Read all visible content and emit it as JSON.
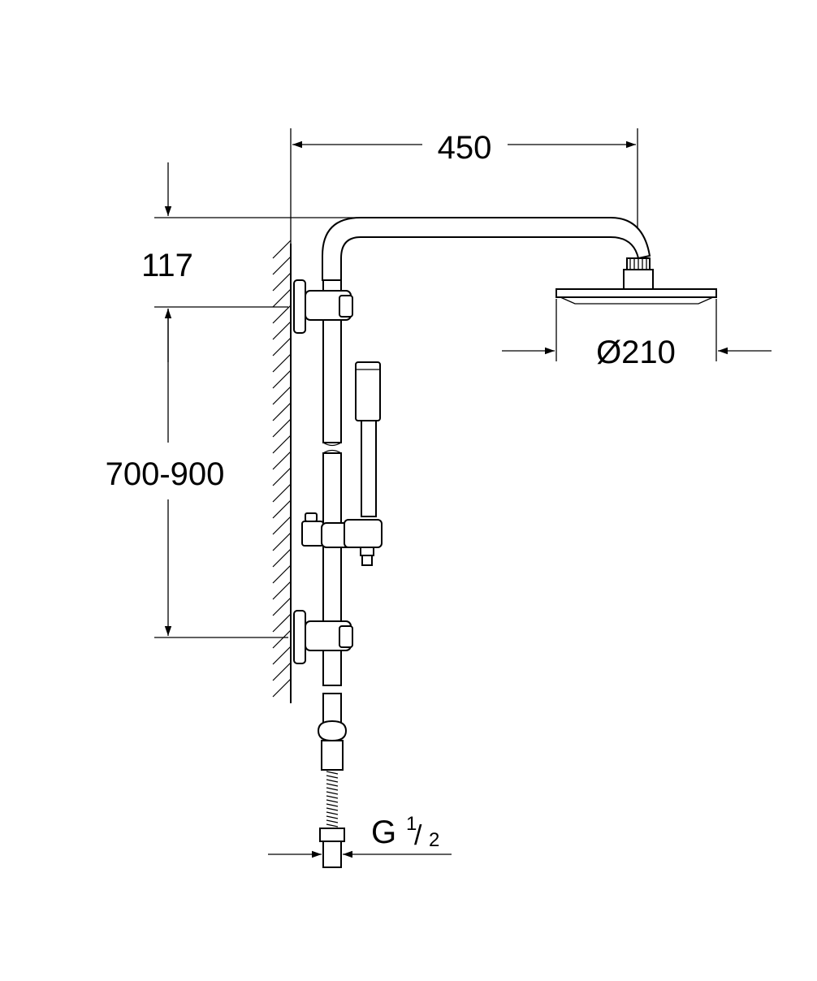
{
  "dimensions": {
    "arm_length": "450",
    "arm_height": "117",
    "rail_range": "700-900",
    "head_diameter": "Ø210",
    "thread_letter": "G",
    "thread_num": "1",
    "thread_den": "2"
  },
  "icons": {
    "wall": "hatched-wall",
    "shower_head": "rain-shower-head",
    "hand_shower": "hand-shower",
    "hose": "shower-hose"
  }
}
